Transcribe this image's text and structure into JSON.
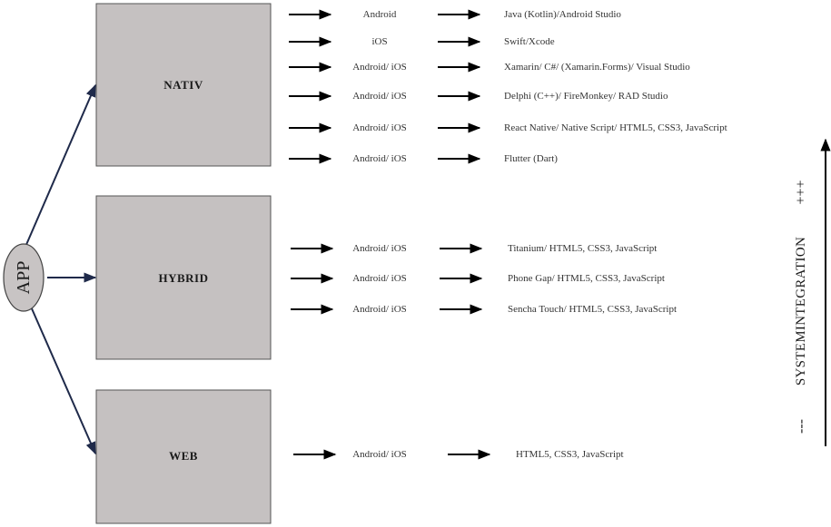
{
  "app": {
    "label": "APP"
  },
  "categories": [
    {
      "key": "nativ",
      "title": "NATIV",
      "rows": [
        {
          "platform": "Android",
          "tech": "Java (Kotlin)/Android Studio"
        },
        {
          "platform": "iOS",
          "tech": "Swift/Xcode"
        },
        {
          "platform": "Android/ iOS",
          "tech": "Xamarin/ C#/ (Xamarin.Forms)/ Visual Studio"
        },
        {
          "platform": "Android/ iOS",
          "tech": "Delphi (C++)/ FireMonkey/ RAD Studio"
        },
        {
          "platform": "Android/ iOS",
          "tech": "React Native/ Native Script/ HTML5, CSS3, JavaScript"
        },
        {
          "platform": "Android/ iOS",
          "tech": "Flutter (Dart)"
        }
      ]
    },
    {
      "key": "hybrid",
      "title": "HYBRID",
      "rows": [
        {
          "platform": "Android/ iOS",
          "tech": "Titanium/ HTML5, CSS3, JavaScript"
        },
        {
          "platform": "Android/ iOS",
          "tech": "Phone Gap/ HTML5, CSS3, JavaScript"
        },
        {
          "platform": "Android/ iOS",
          "tech": "Sencha Touch/ HTML5, CSS3, JavaScript"
        }
      ]
    },
    {
      "key": "web",
      "title": "WEB",
      "rows": [
        {
          "platform": "Android/ iOS",
          "tech": "HTML5, CSS3, JavaScript"
        }
      ]
    }
  ],
  "axis": {
    "label": "SYSTEMINTEGRATION",
    "high_marker": "+++",
    "low_marker": "---"
  },
  "colors": {
    "box_fill": "#c5c1c1",
    "app_fill": "#c8c4c4",
    "connector": "#1f2a4a",
    "arrow": "#000000"
  }
}
